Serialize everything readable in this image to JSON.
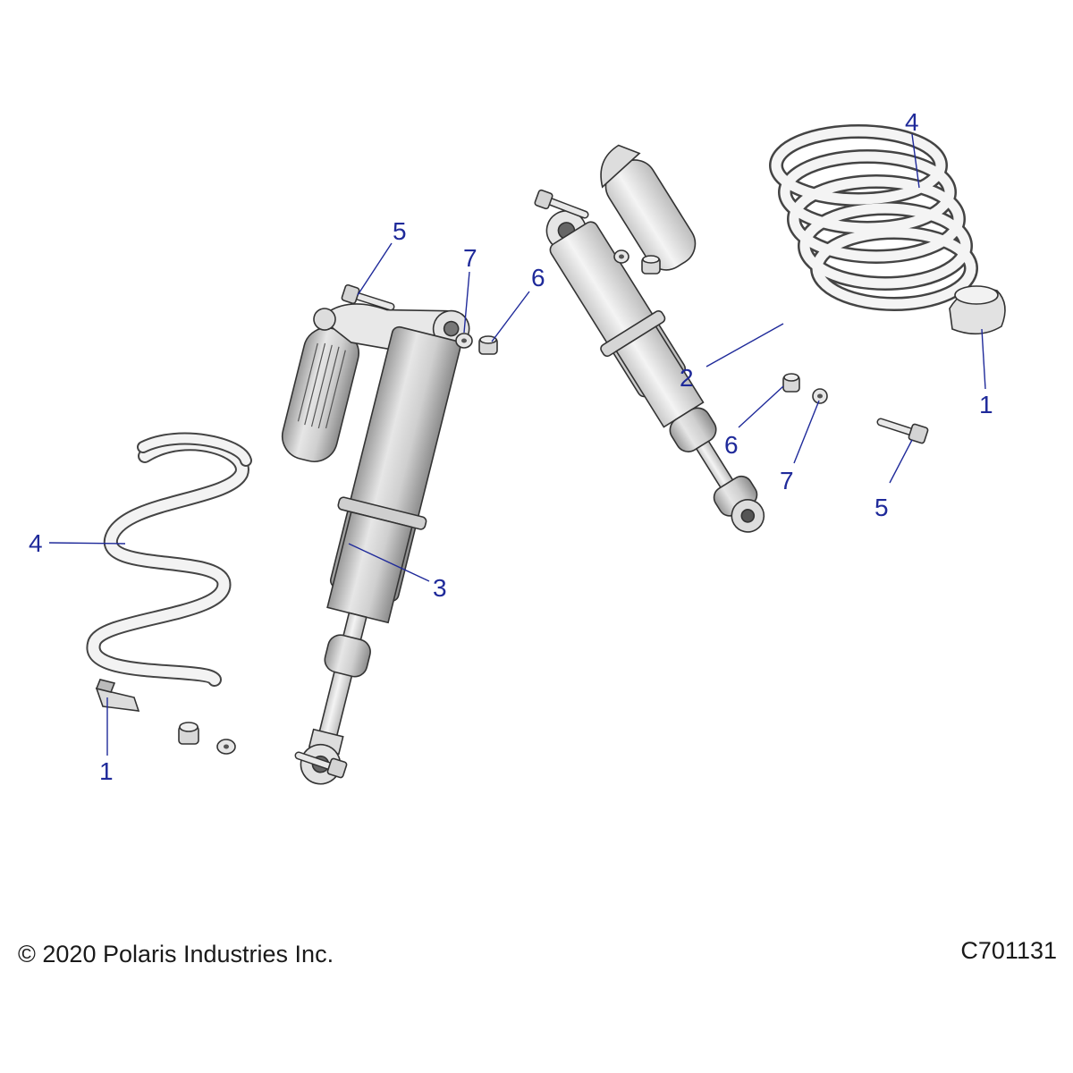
{
  "footer": {
    "copyright": "© 2020 Polaris Industries Inc.",
    "figure_id": "C701131"
  },
  "callouts": [
    {
      "id": "c4-left",
      "label": "4",
      "part": "spring"
    },
    {
      "id": "c3",
      "label": "3",
      "part": "shock-assembly"
    },
    {
      "id": "c1-left",
      "label": "1",
      "part": "spring-retainer"
    },
    {
      "id": "c5-left",
      "label": "5",
      "part": "bolt"
    },
    {
      "id": "c7-left",
      "label": "7",
      "part": "washer"
    },
    {
      "id": "c6-left",
      "label": "6",
      "part": "nut"
    },
    {
      "id": "c4-right",
      "label": "4",
      "part": "spring"
    },
    {
      "id": "c2",
      "label": "2",
      "part": "shock-assembly"
    },
    {
      "id": "c1-right",
      "label": "1",
      "part": "spring-retainer"
    },
    {
      "id": "c6-right",
      "label": "6",
      "part": "nut"
    },
    {
      "id": "c7-right",
      "label": "7",
      "part": "washer"
    },
    {
      "id": "c5-right",
      "label": "5",
      "part": "bolt"
    }
  ],
  "colors": {
    "callout": "#1f2a9a",
    "outline": "#333333",
    "shade_light": "#eeeeee",
    "shade_mid": "#c8c8c8",
    "shade_dark": "#8a8a8a"
  }
}
